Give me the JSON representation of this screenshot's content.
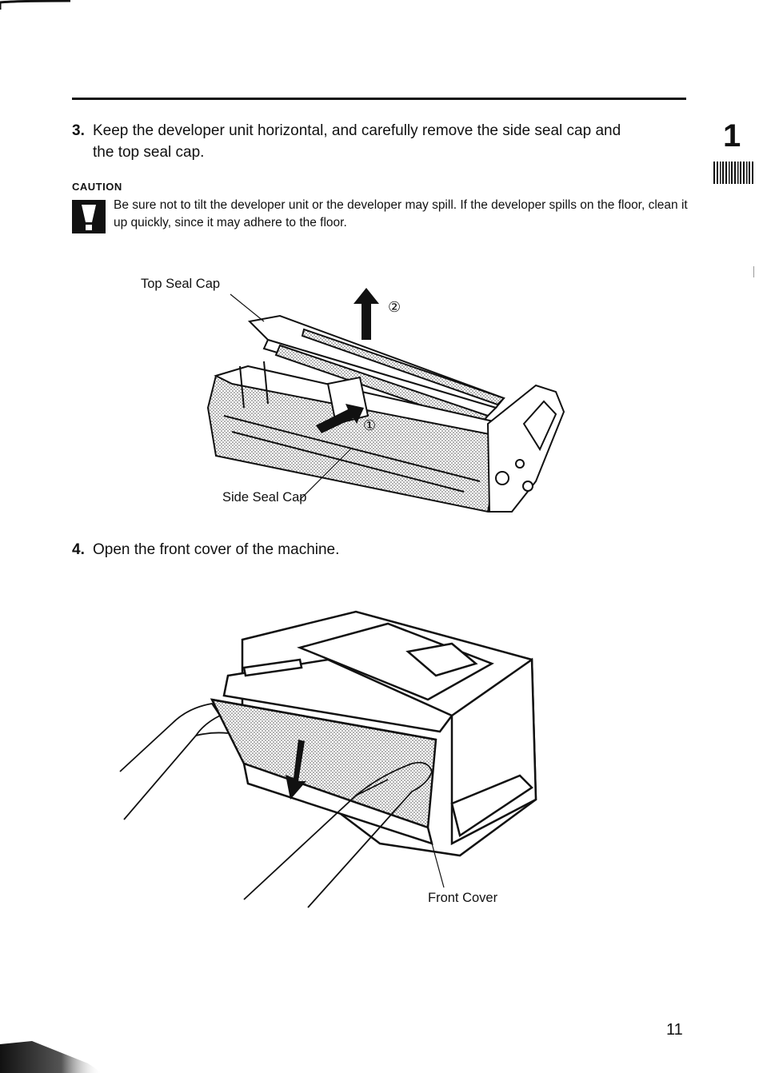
{
  "chapter": {
    "number": "1"
  },
  "step3": {
    "number": "3.",
    "text_line1": "Keep the developer unit horizontal, and carefully remove the side seal cap and",
    "text_line2": "the top seal cap."
  },
  "caution": {
    "title": "CAUTION",
    "icon": "exclamation-icon",
    "text": "Be sure not to tilt the developer unit or the developer may spill. If the developer spills on the floor, clean it up quickly, since it may adhere to the floor."
  },
  "figure1": {
    "label_top": "Top Seal Cap",
    "label_side": "Side Seal Cap",
    "marker_1": "①",
    "marker_2": "②"
  },
  "step4": {
    "number": "4.",
    "text": "Open the front cover of the machine."
  },
  "figure2": {
    "label_front": "Front Cover"
  },
  "page_number": "11"
}
